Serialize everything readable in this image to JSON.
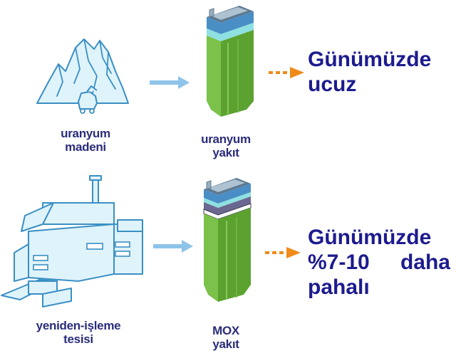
{
  "rows": [
    {
      "source": {
        "icon": "uranium-mine-icon",
        "line1": "uranyum",
        "line2": "madeni"
      },
      "fuel": {
        "icon": "uranium-fuel-rod-icon",
        "line1": "uranyum",
        "line2": "yakıt"
      },
      "note": {
        "line1": "Günümüzde",
        "line2": "ucuz"
      }
    },
    {
      "source": {
        "icon": "reprocessing-plant-icon",
        "line1": "yeniden-işleme",
        "line2": "tesisi"
      },
      "fuel": {
        "icon": "mox-fuel-rod-icon",
        "line1": "MOX",
        "line2": "yakıt"
      },
      "note": {
        "line1": "Günümüzde",
        "line2a": "%7-10",
        "line2b": "daha",
        "line3": "pahalı"
      }
    }
  ],
  "colors": {
    "icon_fill": "#dff3fb",
    "icon_stroke": "#3a8fc4",
    "arrow_blue": "#8fc4ea",
    "arrow_orange": "#f08a1a",
    "fuel_green": "#7cc24a",
    "fuel_green_dark": "#5ca231",
    "text_dark_blue": "#1d1b8f",
    "caption_blue": "#2a2c7a"
  }
}
